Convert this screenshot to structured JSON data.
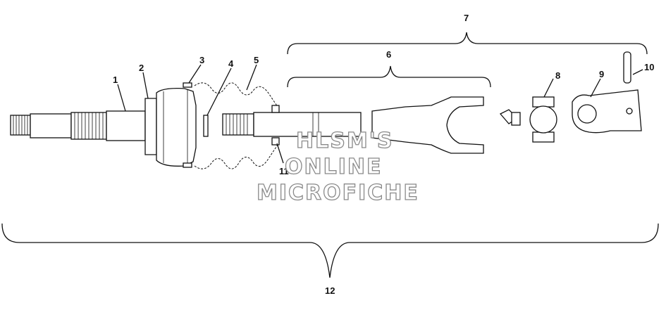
{
  "callouts": {
    "c1": "1",
    "c2": "2",
    "c3": "3",
    "c4": "4",
    "c5": "5",
    "c6": "6",
    "c7": "7",
    "c8": "8",
    "c9": "9",
    "c10": "10",
    "c11": "11",
    "c12": "12"
  },
  "watermark": {
    "line1": "HLSM'S",
    "line2": "ONLINE",
    "line3": "MICROFICHE"
  },
  "colors": {
    "ink": "#111111",
    "watermark": "#8a8a8a",
    "background": "#ffffff"
  }
}
